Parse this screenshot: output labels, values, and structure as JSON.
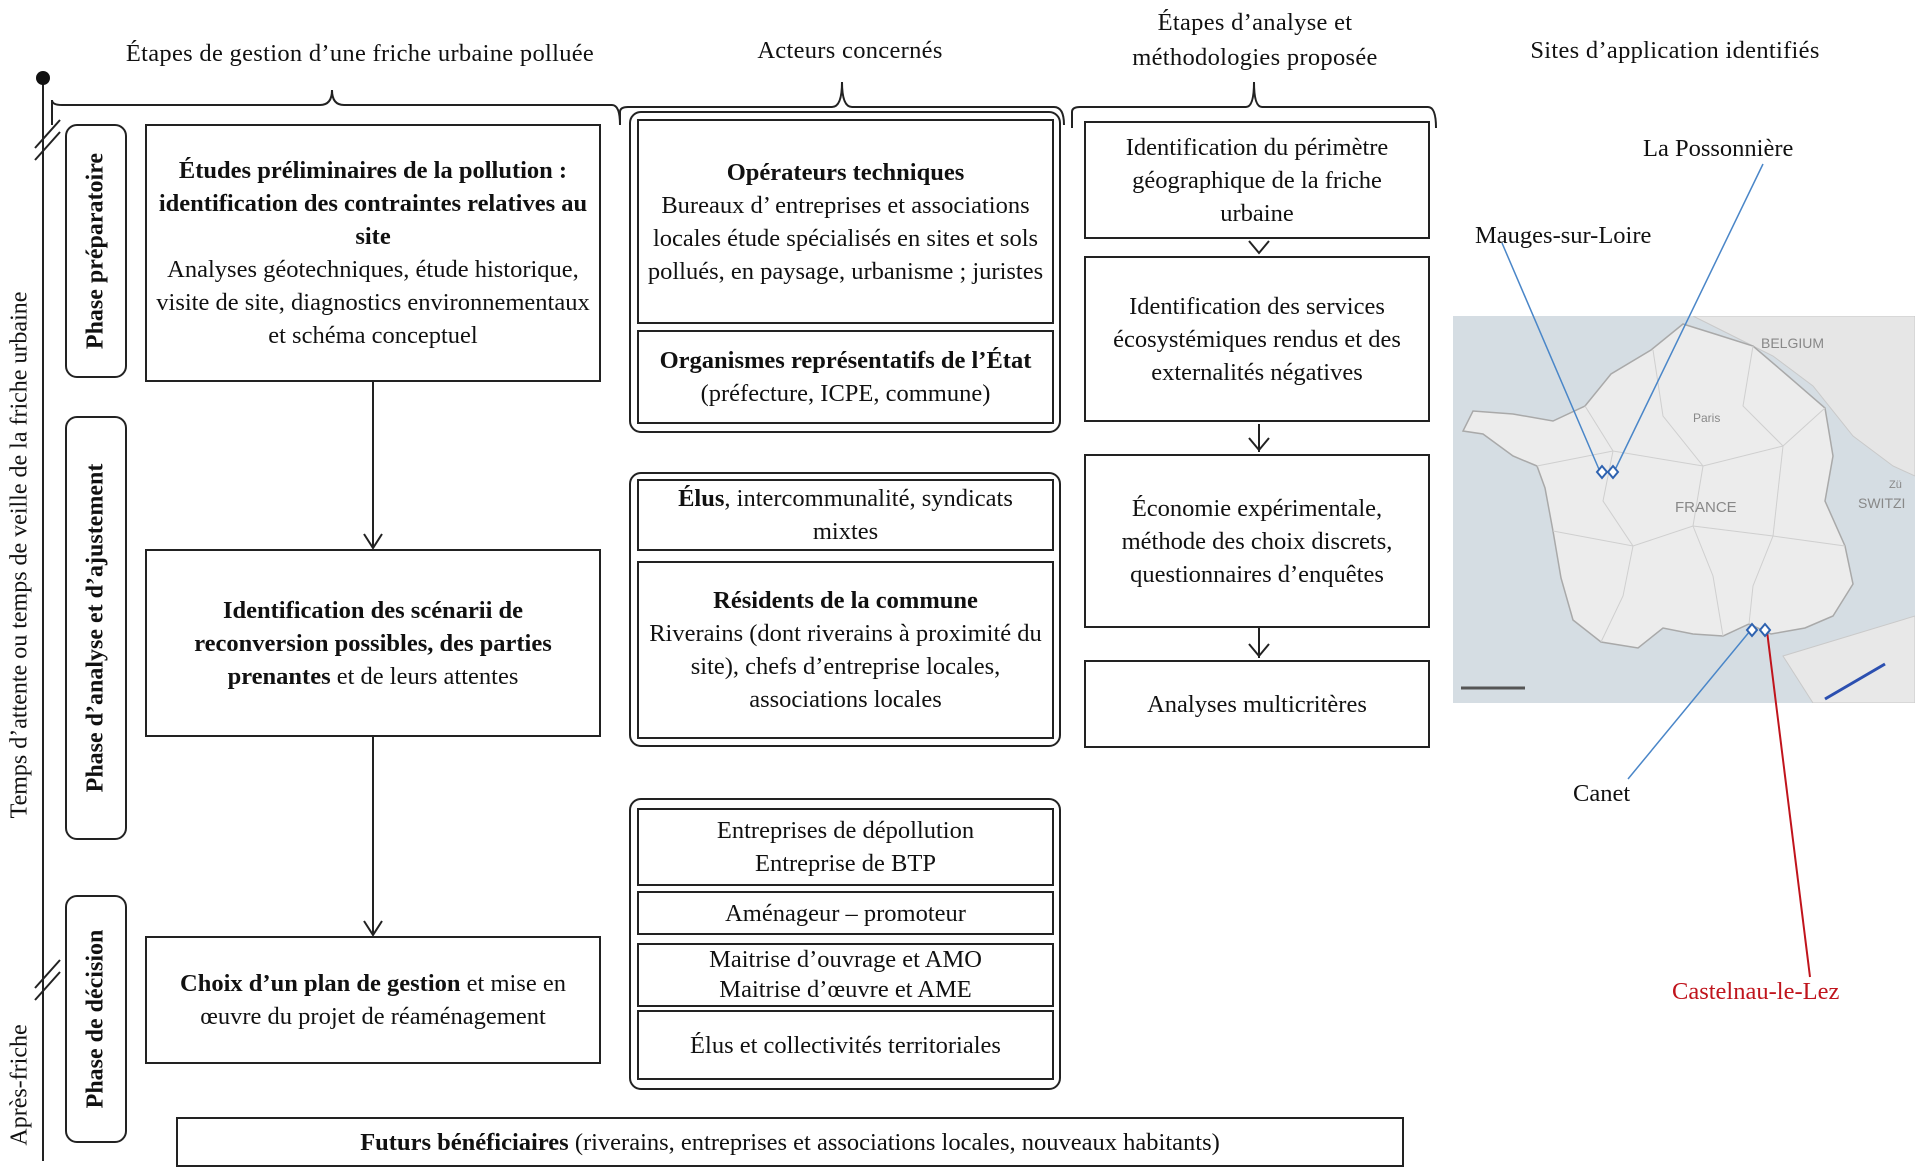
{
  "headers": {
    "col1": "Étapes de gestion d’une friche urbaine polluée",
    "col2": "Acteurs concernés",
    "col3_line1": "Étapes d’analyse et",
    "col3_line2": "méthodologies proposée",
    "col4": "Sites d’application identifiés"
  },
  "timeline": {
    "main_label": "Temps d’attente ou temps de veille de la friche urbaine",
    "after_label": "Après-friche"
  },
  "phases": {
    "prep": "Phase préparatoire",
    "analysis": "Phase d’analyse et d’ajustement",
    "decision": "Phase de décision"
  },
  "steps": {
    "step1": {
      "bold": "Études préliminaires de la pollution : identification des contraintes relatives au site",
      "text": "Analyses géotechniques, étude historique, visite de site, diagnostics environnementaux et schéma conceptuel"
    },
    "step2": {
      "bold": "Identification des scénarii de reconversion possibles, des parties prenantes",
      "text": "et de leurs attentes"
    },
    "step3": {
      "bold": "Choix d’un plan de gestion",
      "text": "et mise en œuvre du projet de réaménagement"
    }
  },
  "actors": {
    "op_title": "Opérateurs techniques",
    "op_text": "Bureaux d’ entreprises et associations locales étude spécialisés en sites et sols pollués, en paysage, urbanisme ; juristes",
    "state_title": "Organismes représentatifs de l’État",
    "state_text": "(préfecture, ICPE, commune)",
    "elus_title": "Élus",
    "elus_text": ", intercommunalité, syndicats mixtes",
    "res_title": "Résidents de la commune",
    "res_text": "Riverains (dont riverains à proximité du site), chefs d’entreprise locales, associations locales",
    "depol_line1": "Entreprises de dépollution",
    "depol_line2": "Entreprise de BTP",
    "amenageur": "Aménageur – promoteur",
    "mo_line1": "Maitrise d’ouvrage et AMO",
    "mo_line2": "Maitrise d’œuvre et AME",
    "coll": "Élus et collectivités territoriales"
  },
  "analysis": {
    "a1": "Identification du périmètre géographique de la friche urbaine",
    "a2": "Identification des services écosystémiques rendus et des externalités négatives",
    "a3": "Économie expérimentale, méthode des choix discrets, questionnaires d’enquêtes",
    "a4": "Analyses multicritères"
  },
  "beneficiaries": {
    "bold": "Futurs bénéficiaires",
    "text": "(riverains, entreprises et associations locales, nouveaux habitants)"
  },
  "sites": {
    "possonniere": "La Possonnière",
    "mauges": "Mauges-sur-Loire",
    "canet": "Canet",
    "castelnau": "Castelnau-le-Lez"
  },
  "map": {
    "belgium": "BELGIUM",
    "paris": "Paris",
    "france": "FRANCE",
    "switz": "SWITZI",
    "zu": "Zü"
  },
  "colors": {
    "pointer_blue": "#4a86c8",
    "castelnau_red": "#c0141c",
    "sea": "#d5dde3",
    "land": "#ececec"
  }
}
